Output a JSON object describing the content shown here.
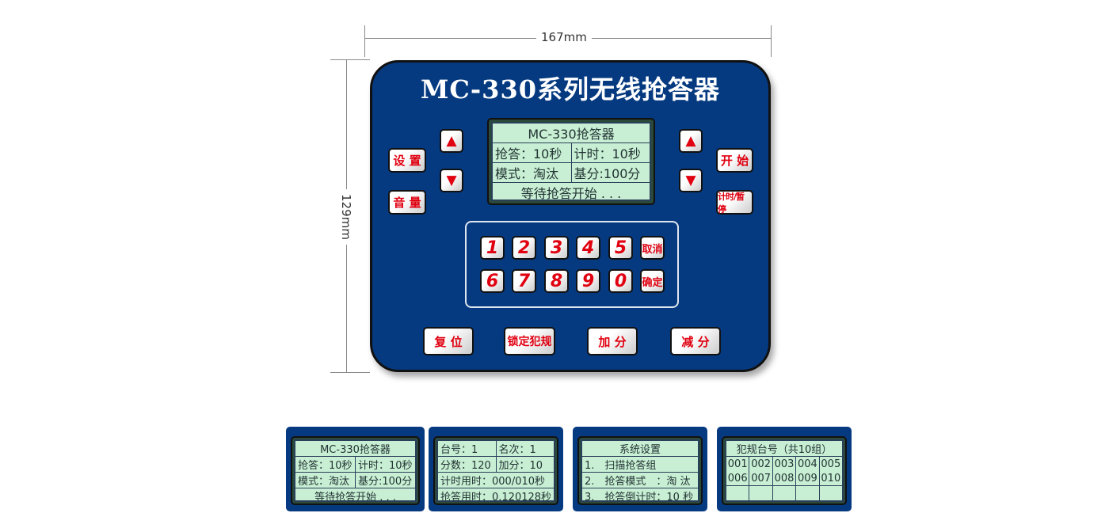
{
  "dimensions": {
    "width": "167mm",
    "height": "129mm"
  },
  "device": {
    "title": "MC-330系列无线抢答器"
  },
  "lcd": {
    "title": "MC-330抢答器",
    "r1": [
      "抢答：10秒",
      "计时：10秒"
    ],
    "r2": [
      "模式：淘汰",
      "基分:100分"
    ],
    "r3": "等待抢答开始 . . ."
  },
  "buttons": {
    "settings": "设 置",
    "volume": "音 量",
    "start": "开 始",
    "timer_pause": "计时/暂停",
    "up": "▲",
    "down": "▼",
    "cancel": "取消",
    "confirm": "确定",
    "reset": "复 位",
    "lock_foul": "锁定犯规",
    "add_score": "加 分",
    "sub_score": "减 分"
  },
  "keys": [
    "1",
    "2",
    "3",
    "4",
    "5",
    "6",
    "7",
    "8",
    "9",
    "0"
  ],
  "screens": {
    "s1": {
      "title": "MC-330抢答器",
      "r1": [
        "抢答：10秒",
        "计时：10秒"
      ],
      "r2": [
        "模式：淘汰",
        "基分:100分"
      ],
      "r3": "等待抢答开始 . . ."
    },
    "s2": {
      "r1": [
        "台号：1",
        "名次：1"
      ],
      "r2": [
        "分数：120",
        "加分：10"
      ],
      "r3": "计时用时：000/010秒",
      "r4": "抢答用时：0.120128秒"
    },
    "s3": {
      "title": "系统设置",
      "items": [
        "1.　扫描抢答组",
        "2.　抢答模式　：淘 汰",
        "3.　抢答倒计时：10 秒"
      ]
    },
    "s4": {
      "title": "犯规台号（共10组）",
      "row1": [
        "001",
        "002",
        "003",
        "004",
        "005"
      ],
      "row2": [
        "006",
        "007",
        "008",
        "009",
        "010"
      ]
    }
  }
}
